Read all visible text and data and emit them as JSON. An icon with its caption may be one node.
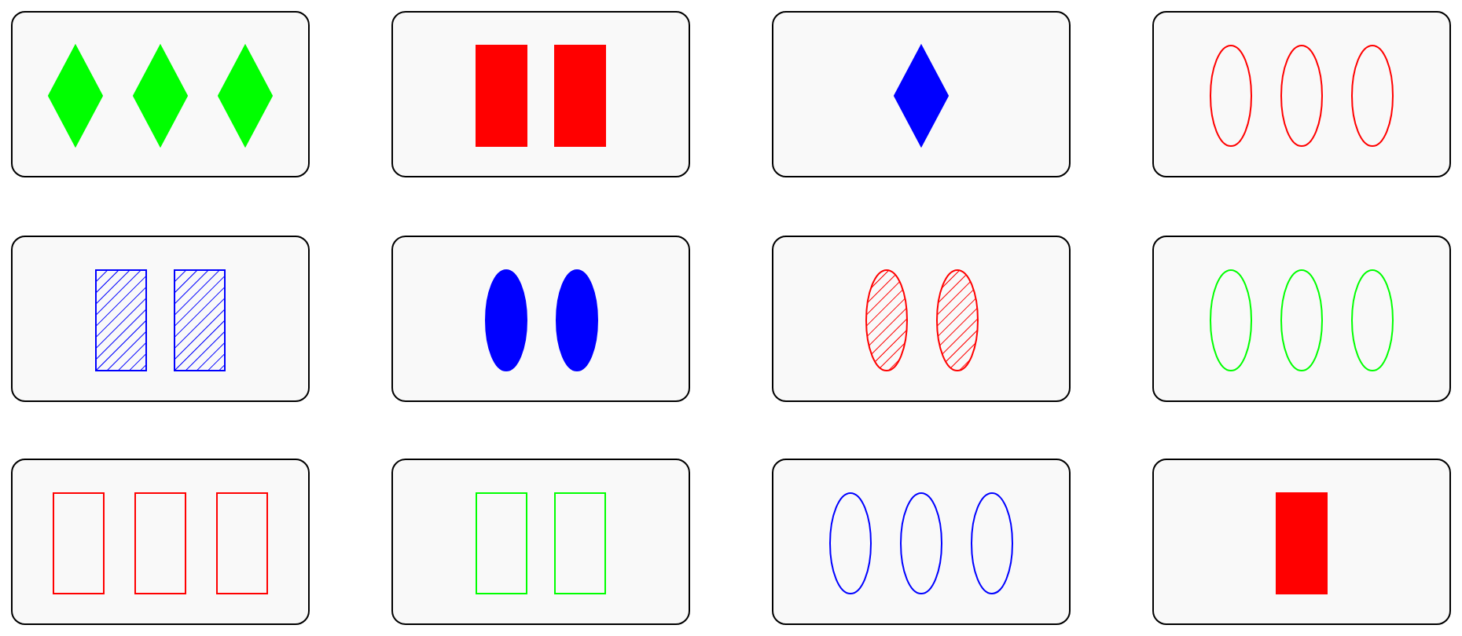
{
  "diagram": {
    "nodes": [
      {
        "text": [],
        "shape": "box"
      },
      {
        "text": [],
        "shape": "diamond",
        "in": 0
      },
      {
        "text": [],
        "shape": "diamond",
        "in": 0
      },
      {
        "text": [],
        "shape": "diamond",
        "in": 0
      },
      {
        "text": [],
        "shape": "box"
      },
      {
        "text": [],
        "shape": "bar",
        "in": 4
      },
      {
        "text": [],
        "shape": "bar",
        "in": 4
      },
      {
        "text": [],
        "shape": "box"
      },
      {
        "text": [],
        "shape": "diamond",
        "in": 7
      },
      {
        "text": [],
        "shape": "box"
      },
      {
        "text": [],
        "shape": "ellipse",
        "in": 9
      },
      {
        "text": [],
        "shape": "ellipse",
        "in": 9
      },
      {
        "text": [],
        "shape": "ellipse",
        "in": 9
      },
      {
        "text": [],
        "shape": "box"
      },
      {
        "text": [],
        "shape": "bar",
        "in": 13
      },
      {
        "text": [],
        "shape": "bar",
        "in": 13
      },
      {
        "text": [],
        "shape": "box"
      },
      {
        "text": [],
        "shape": "ellipse",
        "in": 16
      },
      {
        "text": [],
        "shape": "ellipse",
        "in": 16
      },
      {
        "text": [],
        "shape": "box"
      },
      {
        "text": [],
        "shape": "ellipse",
        "in": 19
      },
      {
        "text": [],
        "shape": "ellipse",
        "in": 19
      },
      {
        "text": [],
        "shape": "box"
      },
      {
        "text": [],
        "shape": "ellipse",
        "in": 22
      },
      {
        "text": [],
        "shape": "ellipse",
        "in": 22
      },
      {
        "text": [],
        "shape": "ellipse",
        "in": 22
      },
      {
        "text": [],
        "shape": "box"
      },
      {
        "text": [],
        "shape": "bar",
        "in": 26
      },
      {
        "text": [],
        "shape": "bar",
        "in": 26
      },
      {
        "text": [],
        "shape": "bar",
        "in": 26
      },
      {
        "text": [],
        "shape": "box"
      },
      {
        "text": [],
        "shape": "bar",
        "in": 30
      },
      {
        "text": [],
        "shape": "bar",
        "in": 30
      },
      {
        "text": [],
        "shape": "box"
      },
      {
        "text": [],
        "shape": "ellipse",
        "in": 33
      },
      {
        "text": [],
        "shape": "ellipse",
        "in": 33
      },
      {
        "text": [],
        "shape": "ellipse",
        "in": 33
      },
      {
        "text": [],
        "shape": "box"
      },
      {
        "text": [],
        "shape": "bar",
        "in": 37
      }
    ]
  }
}
